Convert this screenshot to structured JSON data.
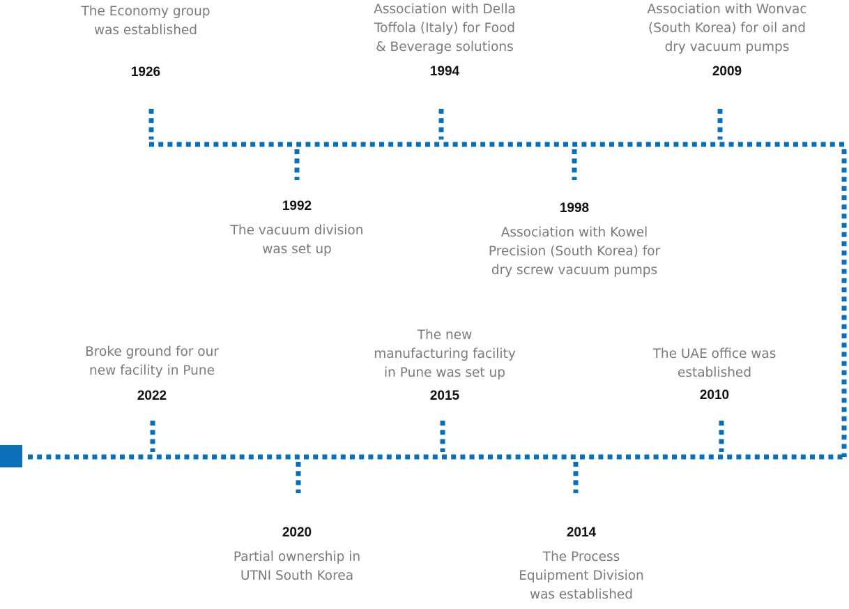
{
  "line_color": "#0b6fb7",
  "start_marker_color": "#0b6fb7",
  "events": [
    {
      "year": "1926",
      "description": "The Economy group\nwas established"
    },
    {
      "year": "1992",
      "description": "The vacuum division\nwas set up"
    },
    {
      "year": "1994",
      "description": "Association with Della\nToffola (Italy) for Food\n& Beverage solutions"
    },
    {
      "year": "1998",
      "description": "Association with Kowel\nPrecision (South Korea) for\ndry screw vacuum pumps"
    },
    {
      "year": "2009",
      "description": "Association with Wonvac\n(South Korea) for oil and\ndry vacuum pumps"
    },
    {
      "year": "2010",
      "description": "The UAE office was\nestablished"
    },
    {
      "year": "2014",
      "description": "The Process\nEquipment Division\nwas established"
    },
    {
      "year": "2015",
      "description": "The new\nmanufacturing facility\nin Pune was set up"
    },
    {
      "year": "2020",
      "description": "Partial ownership in\nUTNI South Korea"
    },
    {
      "year": "2022",
      "description": "Broke ground for our\nnew facility in Pune"
    }
  ]
}
